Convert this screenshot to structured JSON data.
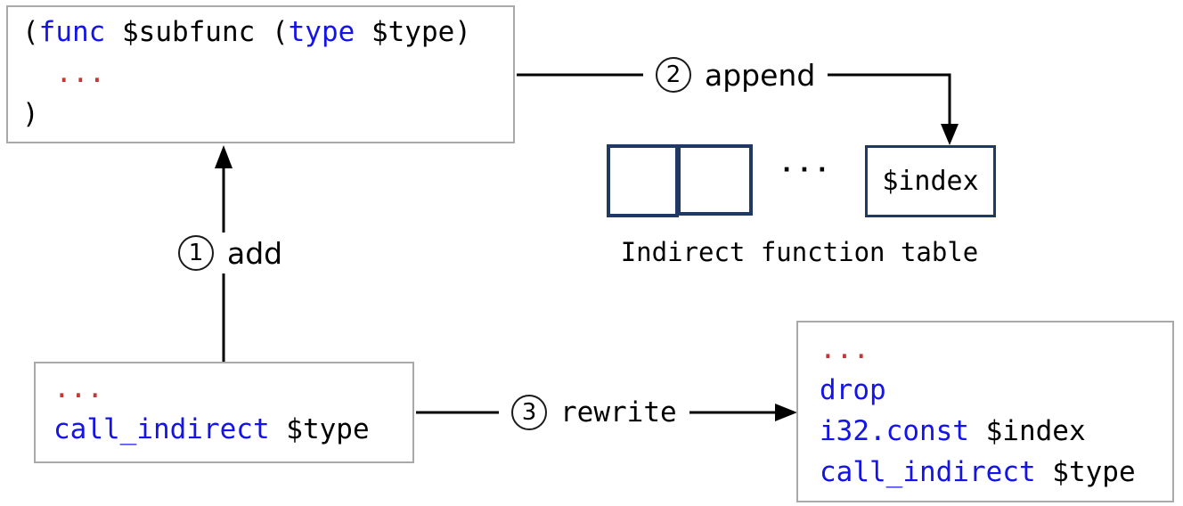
{
  "colors": {
    "keyword_blue": "#1414e8",
    "ellipsis_red": "#c53737",
    "table_border_navy": "#1f3864",
    "code_box_border_gray": "#a9a9a9",
    "arrow_black": "#000000"
  },
  "boxes": {
    "subfunc": {
      "line1_open": "(",
      "line1_kw1": "func",
      "line1_mid": " $subfunc (",
      "line1_kw2": "type",
      "line1_end": " $type)",
      "line2_dots": "  ...",
      "line3_close": ")"
    },
    "caller": {
      "line1_dots": "...",
      "line2_kw": "call_indirect",
      "line2_arg": " $type"
    },
    "rewritten": {
      "line1_dots": "...",
      "line2_kw": "drop",
      "line3_kw": "i32.const",
      "line3_arg": " $index",
      "line4_kw": "call_indirect",
      "line4_arg": " $type"
    }
  },
  "arrows": {
    "add": {
      "number": "1",
      "label": "add"
    },
    "append": {
      "number": "2",
      "label": "append"
    },
    "rewrite": {
      "number": "3",
      "label": "rewrite"
    }
  },
  "table": {
    "ellipsis": "···",
    "index_cell": "$index",
    "caption": "Indirect function table"
  }
}
